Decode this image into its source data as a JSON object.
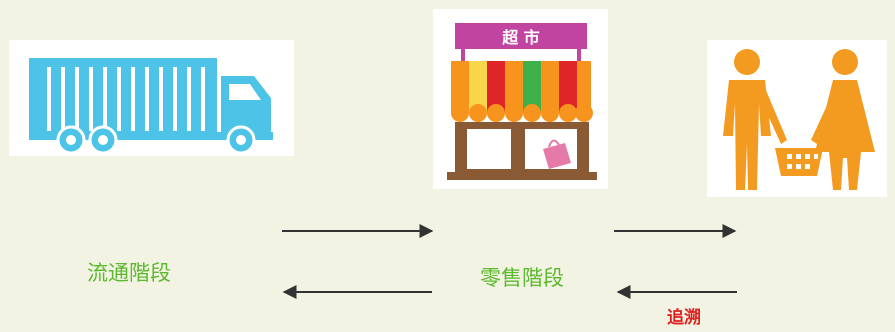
{
  "store": {
    "sign_text": "超 市"
  },
  "labels": {
    "distribution_stage": "流通階段",
    "retail_stage": "零售階段",
    "traceability": "追溯"
  },
  "colors": {
    "background": "#f2f3e2",
    "truck": "#4dc3e8",
    "store_sign": "#c044a0",
    "person": "#f39b20",
    "stage_label": "#5cb82e",
    "trace_label": "#e02020",
    "arrow": "#333333"
  },
  "icons": [
    "truck-icon",
    "supermarket-icon",
    "shoppers-icon"
  ]
}
